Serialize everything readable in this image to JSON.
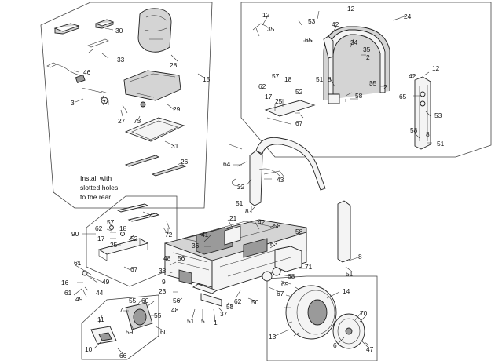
{
  "diagram": {
    "note_lines": [
      "Install with",
      "slotted holes",
      "to the rear"
    ],
    "callouts": [
      {
        "id": "c30",
        "text": "30"
      },
      {
        "id": "c28",
        "text": "28"
      },
      {
        "id": "c15",
        "text": "15"
      },
      {
        "id": "c33",
        "text": "33"
      },
      {
        "id": "c46",
        "text": "46"
      },
      {
        "id": "c3",
        "text": "3"
      },
      {
        "id": "c74",
        "text": "74"
      },
      {
        "id": "c29",
        "text": "29"
      },
      {
        "id": "c27",
        "text": "27"
      },
      {
        "id": "c73",
        "text": "73"
      },
      {
        "id": "c31",
        "text": "31"
      },
      {
        "id": "c26",
        "text": "26"
      },
      {
        "id": "c12a",
        "text": "12"
      },
      {
        "id": "c35a",
        "text": "35"
      },
      {
        "id": "c53a",
        "text": "53"
      },
      {
        "id": "c12b",
        "text": "12"
      },
      {
        "id": "c24",
        "text": "24"
      },
      {
        "id": "c42a",
        "text": "42"
      },
      {
        "id": "c65a",
        "text": "65"
      },
      {
        "id": "c34",
        "text": "34"
      },
      {
        "id": "c35b",
        "text": "35"
      },
      {
        "id": "c2a",
        "text": "2"
      },
      {
        "id": "c57a",
        "text": "57"
      },
      {
        "id": "c62a",
        "text": "62"
      },
      {
        "id": "c18a",
        "text": "18"
      },
      {
        "id": "c17a",
        "text": "17"
      },
      {
        "id": "c25a",
        "text": "25"
      },
      {
        "id": "c52a",
        "text": "52"
      },
      {
        "id": "c51a",
        "text": "51"
      },
      {
        "id": "c8a",
        "text": "8"
      },
      {
        "id": "c58a",
        "text": "58"
      },
      {
        "id": "c67a",
        "text": "67"
      },
      {
        "id": "c35c",
        "text": "35"
      },
      {
        "id": "c2b",
        "text": "2"
      },
      {
        "id": "c42b",
        "text": "42"
      },
      {
        "id": "c12c",
        "text": "12"
      },
      {
        "id": "c65b",
        "text": "65"
      },
      {
        "id": "c53b",
        "text": "53"
      },
      {
        "id": "c58b",
        "text": "58"
      },
      {
        "id": "c8b",
        "text": "8"
      },
      {
        "id": "c51b",
        "text": "51"
      },
      {
        "id": "c64",
        "text": "64"
      },
      {
        "id": "c43",
        "text": "43"
      },
      {
        "id": "c22",
        "text": "22"
      },
      {
        "id": "c51c",
        "text": "51"
      },
      {
        "id": "c8c",
        "text": "8"
      },
      {
        "id": "c4",
        "text": "4"
      },
      {
        "id": "c72",
        "text": "72"
      },
      {
        "id": "c21",
        "text": "21"
      },
      {
        "id": "c42c",
        "text": "42"
      },
      {
        "id": "c58c",
        "text": "58"
      },
      {
        "id": "c58d",
        "text": "58"
      },
      {
        "id": "c57b",
        "text": "57"
      },
      {
        "id": "c62b",
        "text": "62"
      },
      {
        "id": "c18b",
        "text": "18"
      },
      {
        "id": "c90",
        "text": "90"
      },
      {
        "id": "c17b",
        "text": "17"
      },
      {
        "id": "c52b",
        "text": "52"
      },
      {
        "id": "c25b",
        "text": "25"
      },
      {
        "id": "c41",
        "text": "41"
      },
      {
        "id": "c36",
        "text": "36"
      },
      {
        "id": "c63",
        "text": "63"
      },
      {
        "id": "c67b",
        "text": "67"
      },
      {
        "id": "c61a",
        "text": "61"
      },
      {
        "id": "c48a",
        "text": "48"
      },
      {
        "id": "c56a",
        "text": "56"
      },
      {
        "id": "c38",
        "text": "38"
      },
      {
        "id": "c16",
        "text": "16"
      },
      {
        "id": "c49a",
        "text": "49"
      },
      {
        "id": "c9",
        "text": "9"
      },
      {
        "id": "c61b",
        "text": "61"
      },
      {
        "id": "c44",
        "text": "44"
      },
      {
        "id": "c49b",
        "text": "49"
      },
      {
        "id": "c23",
        "text": "23"
      },
      {
        "id": "c71",
        "text": "71"
      },
      {
        "id": "c8d",
        "text": "8"
      },
      {
        "id": "c51d",
        "text": "51"
      },
      {
        "id": "c68",
        "text": "68"
      },
      {
        "id": "c69",
        "text": "69"
      },
      {
        "id": "c67c",
        "text": "67"
      },
      {
        "id": "c62c",
        "text": "62"
      },
      {
        "id": "c50",
        "text": "50"
      },
      {
        "id": "c58e",
        "text": "58"
      },
      {
        "id": "c37",
        "text": "37"
      },
      {
        "id": "c56b",
        "text": "56"
      },
      {
        "id": "c48b",
        "text": "48"
      },
      {
        "id": "c51e",
        "text": "51"
      },
      {
        "id": "c5",
        "text": "5"
      },
      {
        "id": "c1",
        "text": "1"
      },
      {
        "id": "c55a",
        "text": "55"
      },
      {
        "id": "c60a",
        "text": "60"
      },
      {
        "id": "c7",
        "text": "7"
      },
      {
        "id": "c55b",
        "text": "55"
      },
      {
        "id": "c11",
        "text": "11"
      },
      {
        "id": "c59",
        "text": "59"
      },
      {
        "id": "c60b",
        "text": "60"
      },
      {
        "id": "c10",
        "text": "10"
      },
      {
        "id": "c66",
        "text": "66"
      },
      {
        "id": "c14",
        "text": "14"
      },
      {
        "id": "c70",
        "text": "70"
      },
      {
        "id": "c13",
        "text": "13"
      },
      {
        "id": "c6",
        "text": "6"
      },
      {
        "id": "c47",
        "text": "47"
      }
    ]
  }
}
